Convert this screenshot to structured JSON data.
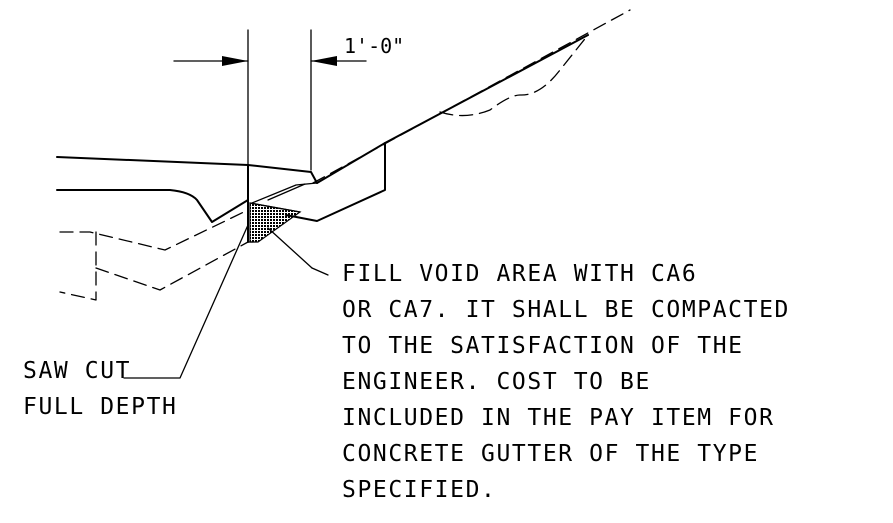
{
  "dimension": {
    "label": "1'-0\""
  },
  "callouts": {
    "saw_cut": {
      "lines": [
        "SAW CUT",
        "FULL DEPTH"
      ]
    },
    "fill_void": {
      "lines": [
        "FILL VOID AREA WITH CA6",
        "OR CA7.  IT SHALL BE COMPACTED",
        "TO THE SATISFACTION OF THE",
        "ENGINEER.  COST TO BE",
        "INCLUDED IN THE PAY ITEM FOR",
        "CONCRETE GUTTER OF THE TYPE",
        "SPECIFIED."
      ]
    }
  },
  "colors": {
    "line": "#000000",
    "background": "#ffffff",
    "hatch": "#000000"
  }
}
